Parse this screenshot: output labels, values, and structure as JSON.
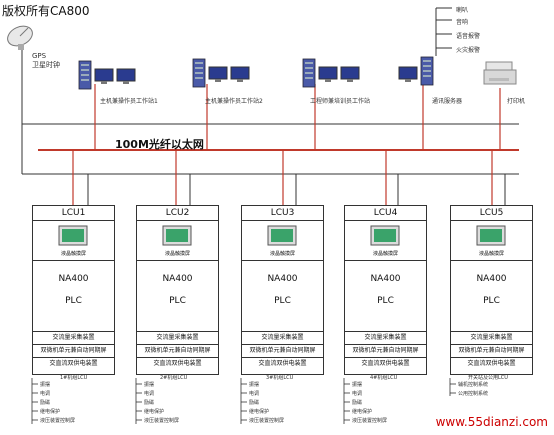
{
  "header_text": "版权所有CA800",
  "gps": {
    "line1": "GPS",
    "line2": "卫星时钟"
  },
  "workstations": [
    {
      "label": "主机兼操作员工作站1"
    },
    {
      "label": "主机兼操作员工作站2"
    },
    {
      "label": "工程师兼培训员工作站"
    },
    {
      "label": "通讯服务器"
    }
  ],
  "printer_label": "打印机",
  "alarm_items": [
    "喇叭",
    "音响",
    "语音报警",
    "火灾报警"
  ],
  "network_label": "100M光纤以太网",
  "lcu_units": [
    {
      "title": "LCU1",
      "screen": "液晶触摸屏",
      "model": "NA400",
      "plc": "PLC",
      "rows": [
        "交流量采集装置",
        "双微机单元兼自动同期屏",
        "交直流双供电装置"
      ],
      "caption": "1#机组LCU",
      "bottom_items": [
        "振摆",
        "电调",
        "励磁",
        "继电保护",
        "液压装置控制屏"
      ]
    },
    {
      "title": "LCU2",
      "screen": "液晶触摸屏",
      "model": "NA400",
      "plc": "PLC",
      "rows": [
        "交流量采集装置",
        "双微机单元兼自动同期屏",
        "交直流双供电装置"
      ],
      "caption": "2#机组LCU",
      "bottom_items": [
        "振摆",
        "电调",
        "励磁",
        "继电保护",
        "液压装置控制屏"
      ]
    },
    {
      "title": "LCU3",
      "screen": "液晶触摸屏",
      "model": "NA400",
      "plc": "PLC",
      "rows": [
        "交流量采集装置",
        "双微机单元兼自动同期屏",
        "交直流双供电装置"
      ],
      "caption": "3#机组LCU",
      "bottom_items": [
        "振摆",
        "电调",
        "励磁",
        "继电保护",
        "液压装置控制屏"
      ]
    },
    {
      "title": "LCU4",
      "screen": "液晶触摸屏",
      "model": "NA400",
      "plc": "PLC",
      "rows": [
        "交流量采集装置",
        "双微机单元兼自动同期屏",
        "交直流双供电装置"
      ],
      "caption": "4#机组LCU",
      "bottom_items": [
        "振摆",
        "电调",
        "励磁",
        "继电保护",
        "液压装置控制屏"
      ]
    },
    {
      "title": "LCU5",
      "screen": "液晶触摸屏",
      "model": "NA400",
      "plc": "PLC",
      "rows": [
        "交流量采集装置",
        "双微机单元兼自动同期屏",
        "交直流双供电装置"
      ],
      "caption": "开关站及公用LCU",
      "bottom_items": [
        "辅机控制系统",
        "公用控制系统"
      ]
    }
  ],
  "footer_url": "www.55dianzi.com",
  "colors": {
    "network_bus": "#c0392b",
    "line": "#333333",
    "footer": "#cc0000"
  }
}
